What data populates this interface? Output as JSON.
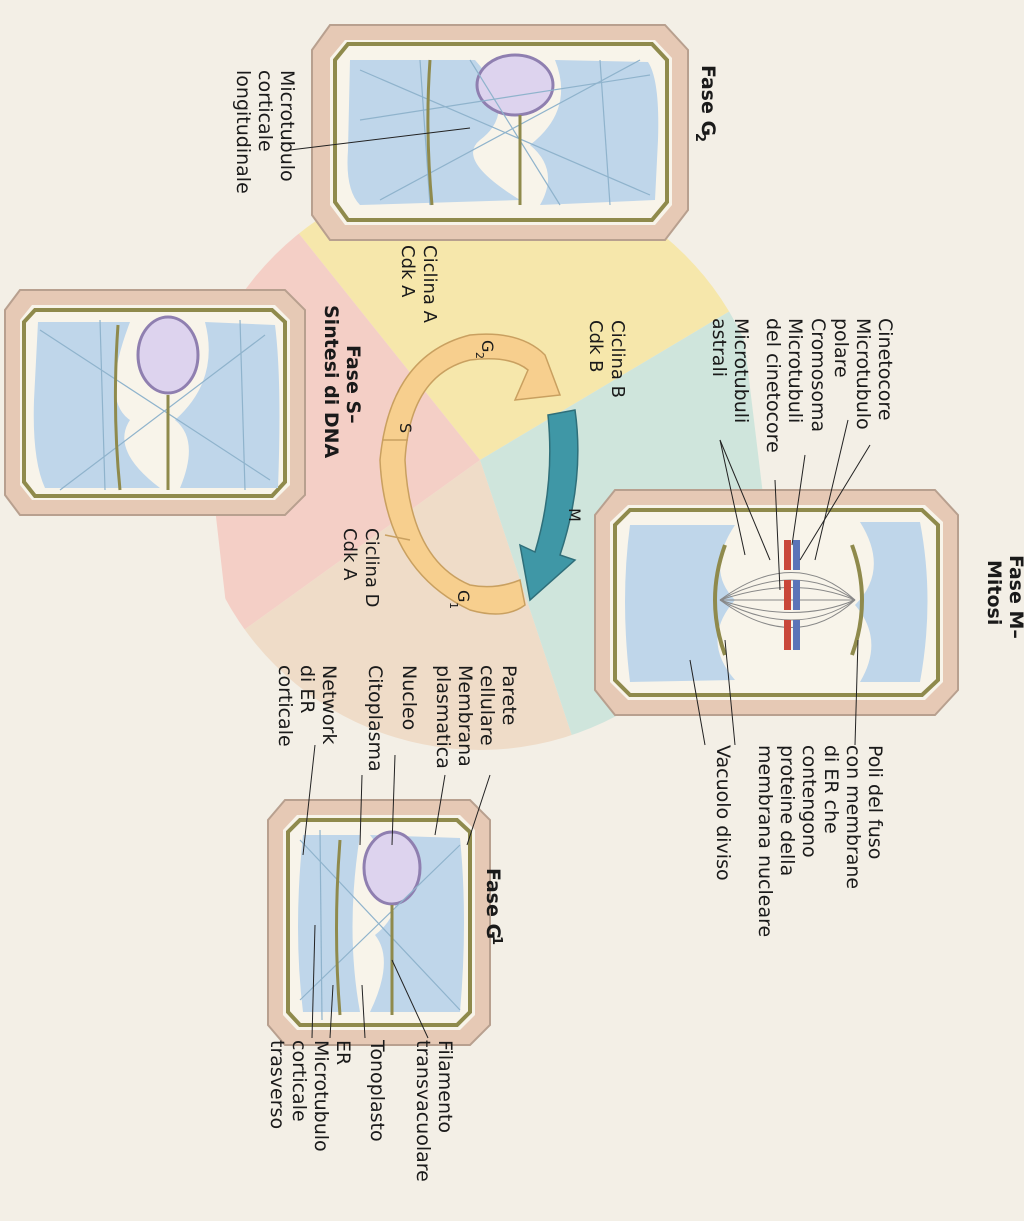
{
  "colors": {
    "background": "#f3efe6",
    "sector_g2": "#f6e7ab",
    "sector_m": "#cfe5dc",
    "sector_g1": "#efdcc8",
    "sector_s": "#f4cfc6",
    "cell_wall": "#e6c9b5",
    "membrane": "#8f8a4c",
    "vacuole": "#bfd6ea",
    "nucleus": "#ddd3ee",
    "cycle_arc": "#f7cf8e",
    "mitosis_arc": "#3f97a6",
    "chromosome_red": "#c9473a",
    "chromosome_blue": "#5b74b8"
  },
  "phases": {
    "g2": {
      "title": "Fase G",
      "sub": "2"
    },
    "s": {
      "title": "Fase S–",
      "title2": "Sintesi di DNA"
    },
    "m": {
      "title": "Fase M–",
      "title2": "Mitosi"
    },
    "g1": {
      "title": "Fase G",
      "sub": "1"
    }
  },
  "cycle": {
    "g2": "G",
    "g2_sub": "2",
    "s": "S",
    "m": "M",
    "g1": "G",
    "g1_sub": "1"
  },
  "cyclins": {
    "cyclin_a": [
      "Ciclina A",
      "Cdk A"
    ],
    "cyclin_b": [
      "Ciclina B",
      "Cdk B"
    ],
    "cyclin_d": [
      "Ciclina D",
      "Cdk A"
    ]
  },
  "labels": {
    "g2_microtubule": [
      "Microtubulo",
      "corticale",
      "longitudinale"
    ],
    "mitosis_top": [
      "Cinetocore",
      "Microtubulo",
      "polare",
      "Cromosoma",
      "Microtubuli",
      "del cinetocore",
      "Microtubuli",
      "astrali"
    ],
    "mitosis_bottom": [
      "Poli del fuso",
      "con membrane",
      "di ER che",
      "contengono",
      "proteine della",
      "membrana nucleare"
    ],
    "divided_vacuole": "Vacuolo diviso",
    "g1_top": [
      "Parete",
      "cellulare",
      "Membrana",
      "plasmatica",
      "Nucleo",
      "Citoplasma",
      "Network",
      "di ER",
      "corticale"
    ],
    "g1_bottom": [
      "Filamento",
      "transvacuolare",
      "Tonoplasto",
      "ER",
      "Microtubulo",
      "corticale",
      "trasverso"
    ]
  }
}
